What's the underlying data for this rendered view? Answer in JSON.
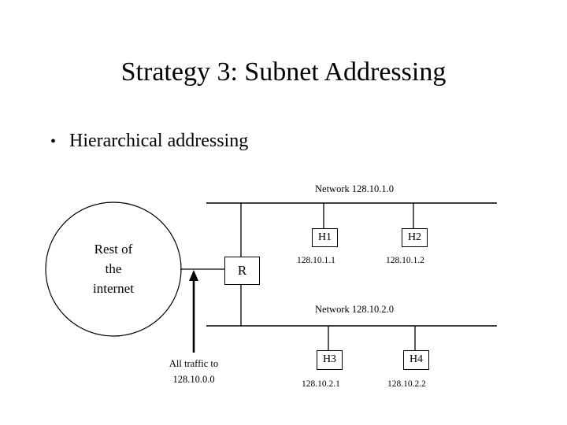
{
  "slide": {
    "title": "Strategy 3: Subnet Addressing",
    "bullet_glyph": "•",
    "bullets": [
      {
        "text": "Hierarchical addressing"
      }
    ]
  },
  "diagram": {
    "cloud": {
      "line1": "Rest of",
      "line2": "the",
      "line3": "internet"
    },
    "router": {
      "label": "R"
    },
    "traffic_note": {
      "line1": "All traffic to",
      "line2": "128.10.0.0"
    },
    "networks": [
      {
        "label": "Network 128.10.1.0",
        "hosts": [
          {
            "name": "H1",
            "ip": "128.10.1.1"
          },
          {
            "name": "H2",
            "ip": "128.10.1.2"
          }
        ]
      },
      {
        "label": "Network 128.10.2.0",
        "hosts": [
          {
            "name": "H3",
            "ip": "128.10.2.1"
          },
          {
            "name": "H4",
            "ip": "128.10.2.2"
          }
        ]
      }
    ],
    "colors": {
      "stroke": "#000000",
      "background": "#ffffff",
      "text": "#000000"
    }
  }
}
